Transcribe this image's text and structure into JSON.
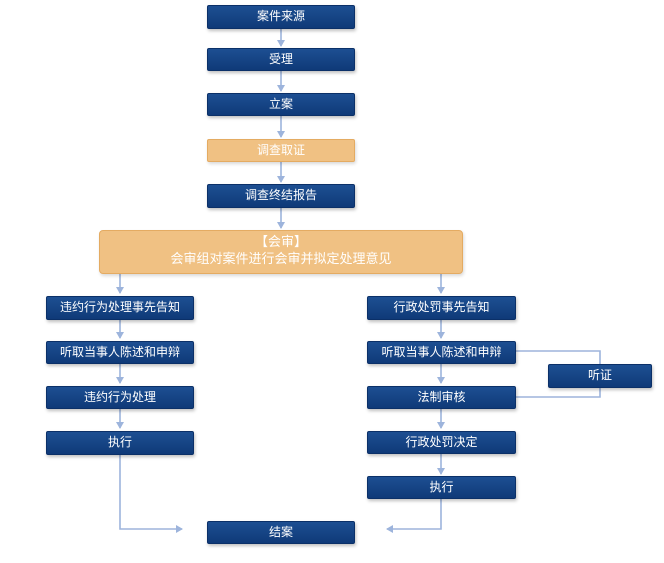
{
  "colors": {
    "node_blue": "#154585",
    "node_orange": "#f0c183",
    "connector": "#9db4dc"
  },
  "nodes": {
    "case_source": "案件来源",
    "accept": "受理",
    "file_case": "立案",
    "investigate": "调查取证",
    "final_report": "调查终结报告",
    "joint_review_title": "【会审】",
    "joint_review_text": "会审组对案件进行会审并拟定处理意见",
    "left": {
      "prior_notice": "违约行为处理事先告知",
      "hear_statement": "听取当事人陈述和申辩",
      "handling": "违约行为处理",
      "execute": "执行"
    },
    "right": {
      "prior_notice": "行政处罚事先告知",
      "hear_statement": "听取当事人陈述和申辩",
      "hearing": "听证",
      "legal_review": "法制审核",
      "decision": "行政处罚决定",
      "execute": "执行"
    },
    "close_case": "结案"
  }
}
